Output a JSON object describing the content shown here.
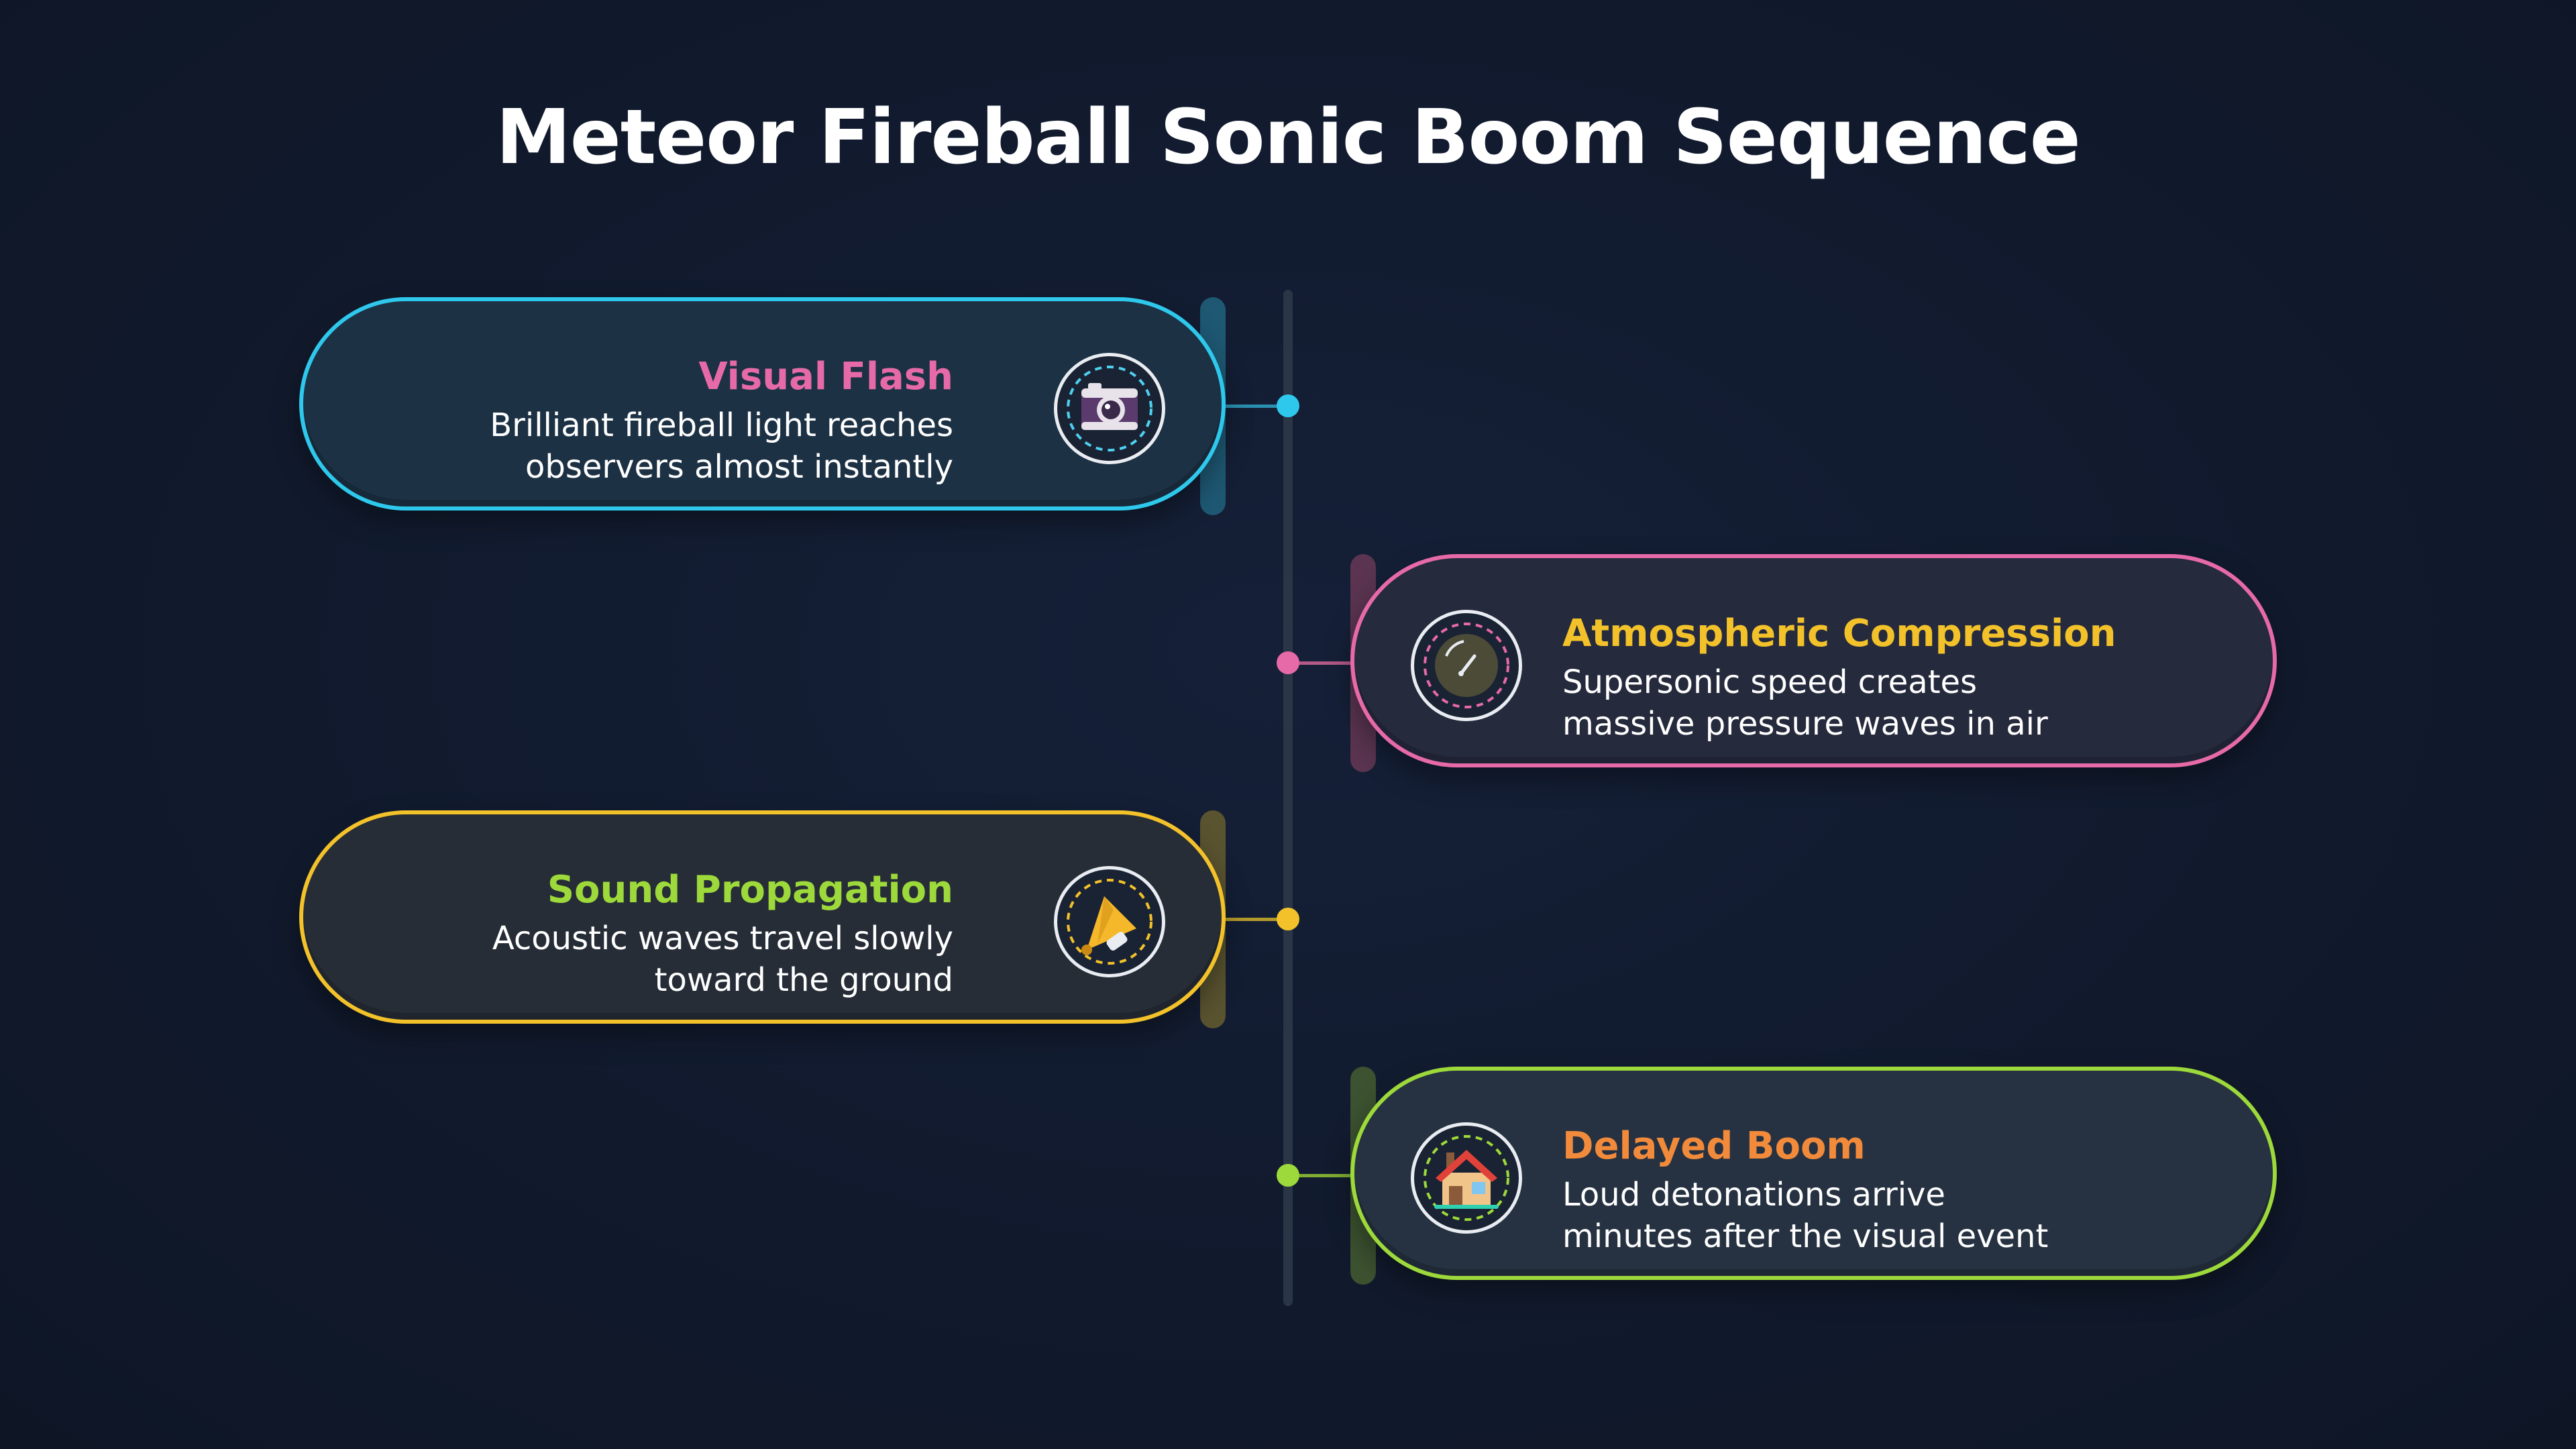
{
  "title": "Meteor Fireball Sonic Boom Sequence",
  "colors": {
    "cyan": "#2ec8ec",
    "pink": "#e76aa8",
    "yellow": "#f3c22a",
    "green": "#9dd93a",
    "orange": "#f28a3b"
  },
  "steps": [
    {
      "heading": "Visual Flash",
      "description": "Brilliant fireball light reaches observers almost instantly",
      "icon": "camera-icon"
    },
    {
      "heading": "Atmospheric Compression",
      "description": "Supersonic speed creates massive pressure waves in air",
      "icon": "pressure-gauge-icon"
    },
    {
      "heading": "Sound Propagation",
      "description": "Acoustic waves travel slowly toward the ground",
      "icon": "megaphone-icon"
    },
    {
      "heading": "Delayed Boom",
      "description": "Loud detonations arrive minutes after the visual event",
      "icon": "house-icon"
    }
  ]
}
